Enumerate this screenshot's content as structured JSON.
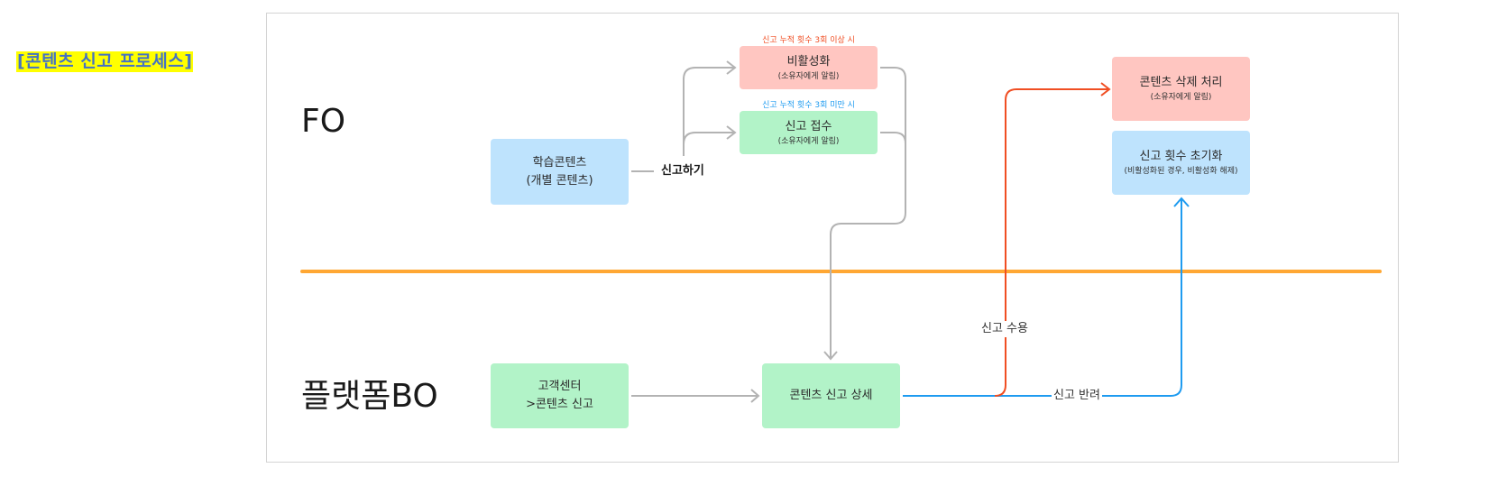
{
  "title": "[콘텐츠 신고 프로세스]",
  "lanes": {
    "fo": "FO",
    "bo": "플랫폼BO"
  },
  "nodes": {
    "learning_content": {
      "main": "학습콘텐츠",
      "sub": "(개별 콘텐츠)"
    },
    "deactivate": {
      "caption": "신고 누적 횟수 3회 이상 시",
      "main": "비활성화",
      "sub": "(소유자에게 알림)"
    },
    "report_received": {
      "caption": "신고 누적 횟수 3회 미만 시",
      "main": "신고 접수",
      "sub": "(소유자에게 알림)"
    },
    "delete_content": {
      "main": "콘텐츠 삭제 처리",
      "sub": "(소유자에게 알림)"
    },
    "reset_count": {
      "main": "신고 횟수 초기화",
      "sub": "(비활성화된 경우, 비활성화 해제)"
    },
    "customer_center": {
      "line1": "고객센터",
      "line2": ">콘텐츠 신고"
    },
    "report_detail": {
      "main": "콘텐츠 신고 상세"
    }
  },
  "edges": {
    "report_action": "신고하기",
    "accept": "신고 수용",
    "reject": "신고 반려"
  },
  "colors": {
    "lane_divider": "#ffa733",
    "accept_flow": "#f04e23",
    "reject_flow": "#1e9bf0",
    "neutral_flow": "#b3b3b3",
    "box_blue": "#bee3fd",
    "box_green": "#b2f3c8",
    "box_pink": "#ffc6c1"
  }
}
